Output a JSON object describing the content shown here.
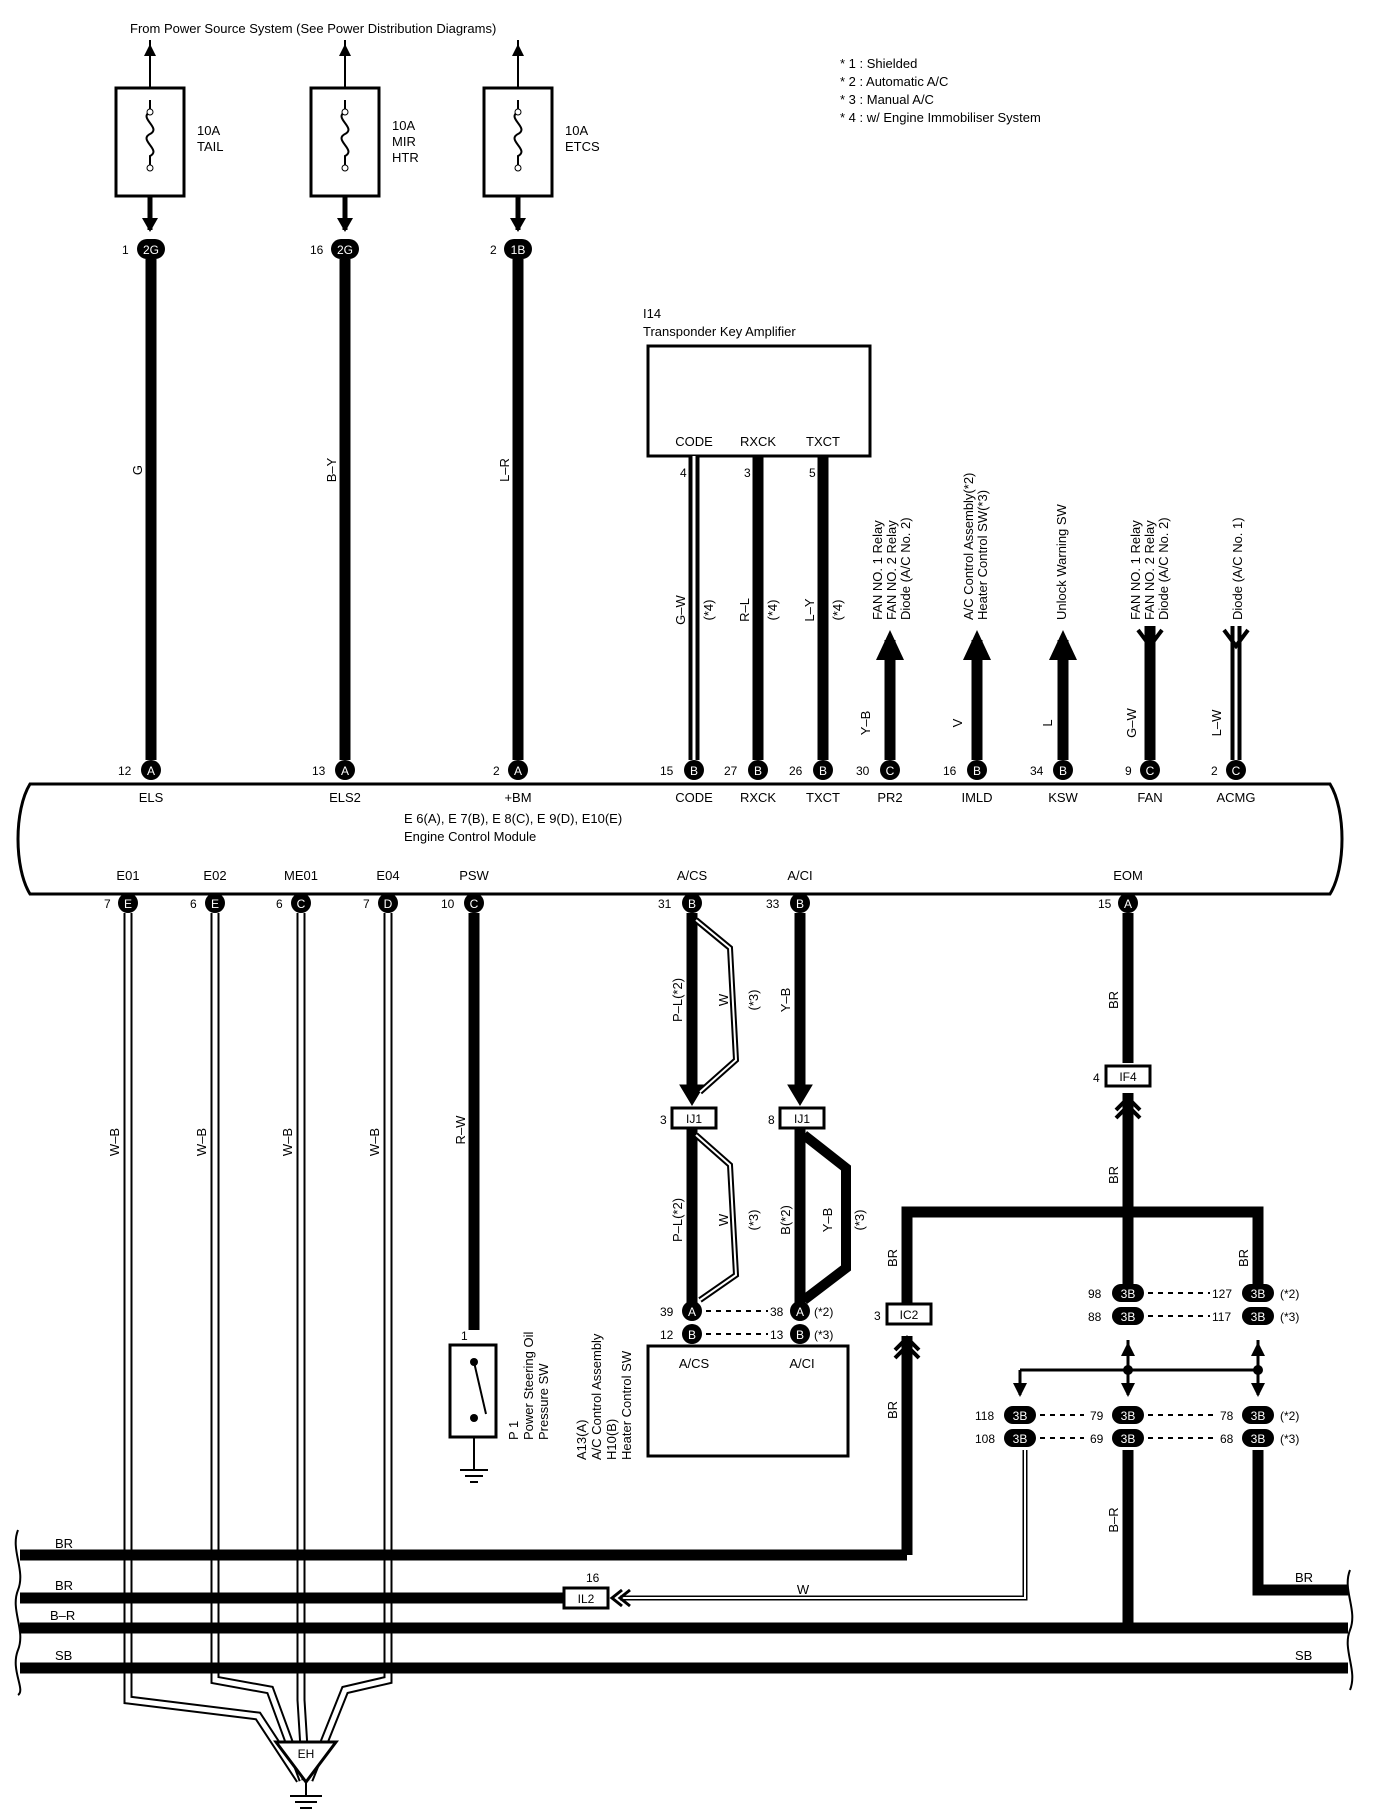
{
  "header": {
    "source": "From Power Source System (See Power Distribution Diagrams)"
  },
  "notes": [
    "* 1 : Shielded",
    "* 2 : Automatic A/C",
    "* 3 : Manual A/C",
    "* 4 : w/ Engine Immobiliser System"
  ],
  "fuses": [
    {
      "lines": [
        "10A",
        "TAIL"
      ]
    },
    {
      "lines": [
        "10A",
        "MIR",
        "HTR"
      ]
    },
    {
      "lines": [
        "10A",
        "ETCS"
      ]
    }
  ],
  "top_connectors": [
    {
      "pin": "1",
      "conn": "2G"
    },
    {
      "pin": "16",
      "conn": "2G"
    },
    {
      "pin": "2",
      "conn": "1B"
    }
  ],
  "top_wire_colors": [
    "G",
    "B–Y",
    "L–R"
  ],
  "amplifier": {
    "id": "I14",
    "name": "Transponder Key Amplifier",
    "terminals": [
      {
        "label": "CODE",
        "pin": "4",
        "wire": "G–W",
        "note": "(*4)"
      },
      {
        "label": "RXCK",
        "pin": "3",
        "wire": "R–L",
        "note": "(*4)"
      },
      {
        "label": "TXCT",
        "pin": "5",
        "wire": "L–Y",
        "note": "(*4)"
      }
    ]
  },
  "destinations": [
    {
      "lines": [
        "FAN NO. 1 Relay",
        "FAN NO. 2 Relay",
        "Diode (A/C No. 2)"
      ],
      "wire": "Y–B"
    },
    {
      "lines": [
        "A/C Control Assembly(*2)",
        "Heater Control SW(*3)"
      ],
      "wire": "V"
    },
    {
      "lines": [
        "Unlock Warning SW"
      ],
      "wire": "L"
    },
    {
      "lines": [
        "FAN NO. 1 Relay",
        "FAN NO. 2 Relay",
        "Diode (A/C No. 2)"
      ],
      "wire": "G–W"
    },
    {
      "lines": [
        "Diode (A/C No. 1)"
      ],
      "wire": "L–W"
    }
  ],
  "ecm": {
    "title": "E 6(A), E 7(B), E 8(C), E 9(D), E10(E)",
    "name": "Engine Control Module",
    "top_terminals": [
      {
        "pin": "12",
        "conn": "A",
        "label": "ELS"
      },
      {
        "pin": "13",
        "conn": "A",
        "label": "ELS2"
      },
      {
        "pin": "2",
        "conn": "A",
        "label": "+BM"
      },
      {
        "pin": "15",
        "conn": "B",
        "label": "CODE"
      },
      {
        "pin": "27",
        "conn": "B",
        "label": "RXCK"
      },
      {
        "pin": "26",
        "conn": "B",
        "label": "TXCT"
      },
      {
        "pin": "30",
        "conn": "C",
        "label": "PR2"
      },
      {
        "pin": "16",
        "conn": "B",
        "label": "IMLD"
      },
      {
        "pin": "34",
        "conn": "B",
        "label": "KSW"
      },
      {
        "pin": "9",
        "conn": "C",
        "label": "FAN"
      },
      {
        "pin": "2",
        "conn": "C",
        "label": "ACMG"
      }
    ],
    "bottom_terminals": [
      {
        "pin": "7",
        "conn": "E",
        "label": "E01"
      },
      {
        "pin": "6",
        "conn": "E",
        "label": "E02"
      },
      {
        "pin": "6",
        "conn": "C",
        "label": "ME01"
      },
      {
        "pin": "7",
        "conn": "D",
        "label": "E04"
      },
      {
        "pin": "10",
        "conn": "C",
        "label": "PSW"
      },
      {
        "pin": "31",
        "conn": "B",
        "label": "A/CS"
      },
      {
        "pin": "33",
        "conn": "B",
        "label": "A/CI"
      },
      {
        "pin": "15",
        "conn": "A",
        "label": "EOM"
      }
    ]
  },
  "lower_wires": {
    "ground_wire": "W–B",
    "psw_wire": "R–W",
    "acs_wire_top": "P–L(*2)",
    "acs_alt_top": "W",
    "acs_alt_note": "(*3)",
    "aci_wire_top": "Y–B",
    "acs_wire_bottom": "P–L(*2)",
    "aci_wire_bottom": "B(*2)",
    "aci_alt_bottom": "Y–B",
    "eom_wire": "BR",
    "left_wire": "BR",
    "right_wire": "BR",
    "ic2_wire": "BR",
    "bundle_wire": "B–R",
    "il2_wire": "W"
  },
  "junctions": {
    "ij1_left": {
      "pin": "3",
      "conn": "IJ1"
    },
    "ij1_right": {
      "pin": "8",
      "conn": "IJ1"
    },
    "if4": {
      "pin": "4",
      "conn": "IF4"
    },
    "ic2": {
      "pin": "3",
      "conn": "IC2"
    },
    "il2": {
      "pin": "16",
      "conn": "IL2"
    }
  },
  "ac_assembly": {
    "pins_row1": [
      "39",
      "A",
      "38",
      "A",
      "(*2)"
    ],
    "pins_row2": [
      "12",
      "B",
      "13",
      "B",
      "(*3)"
    ],
    "terminals": [
      "A/CS",
      "A/CI"
    ],
    "lines": [
      "A13(A)",
      "A/C Control Assembly",
      "H10(B)",
      "Heater Control SW"
    ]
  },
  "ps_switch": {
    "pin": "1",
    "lines": [
      "P 1",
      "Power Steering Oil",
      "Pressure SW"
    ]
  },
  "connector_3b": {
    "conn": "3B",
    "upper": [
      {
        "left": "98",
        "right": "127",
        "note": "(*2)"
      },
      {
        "left": "88",
        "right": "117",
        "note": "(*3)"
      }
    ],
    "lower": [
      {
        "a": "118",
        "b": "79",
        "c": "78",
        "note": "(*2)"
      },
      {
        "a": "108",
        "b": "69",
        "c": "68",
        "note": "(*3)"
      }
    ]
  },
  "buses": [
    "BR",
    "BR",
    "B–R",
    "SB"
  ],
  "bus_right": [
    "BR",
    "SB"
  ],
  "ground": "EH"
}
